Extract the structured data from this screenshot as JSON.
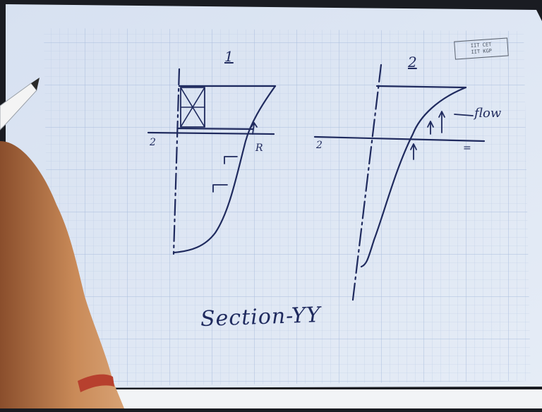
{
  "sheet": {
    "tag_text": [
      "IIT CET",
      "IIT KGP"
    ],
    "figure_1_number": "1",
    "figure_2_number": "2",
    "fig1_left_label": "2",
    "fig1_right_label": "R",
    "fig2_left_label": "2",
    "fig2_right_label": "=",
    "flow_label": "flow",
    "caption": "Section-YY"
  },
  "colors": {
    "paper": "#dde6f3",
    "grid": "#b8c8e4",
    "ink": "#1f2a5e",
    "skin": "#c98a58"
  }
}
